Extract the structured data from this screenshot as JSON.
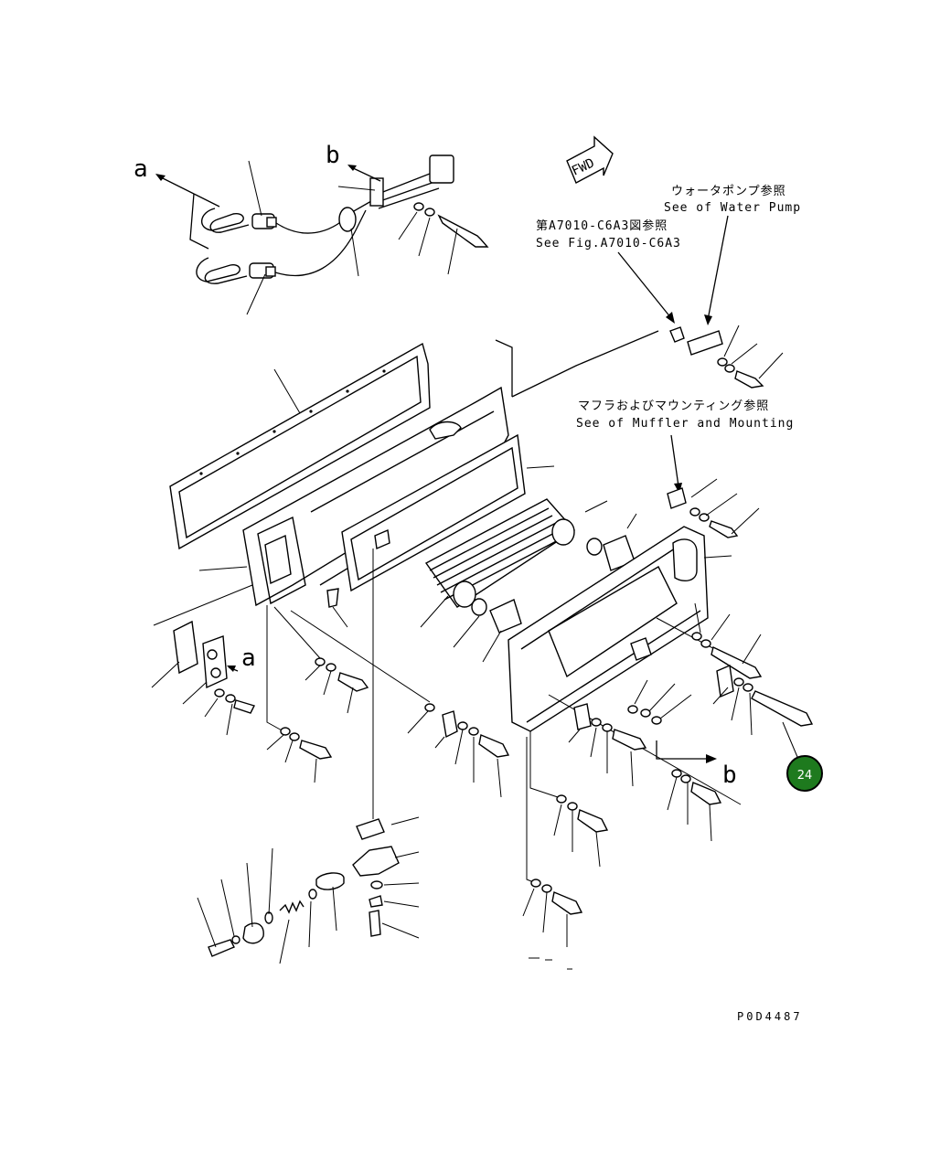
{
  "diagram": {
    "drawing_code": "P0D4487",
    "callout_marker": {
      "number": "24",
      "color": "#1e7a1e"
    },
    "references": {
      "water_pump_jp": "ウォータポンプ参照",
      "water_pump_en": "See of Water Pump",
      "fig_jp": "第A7010-C6A3図参照",
      "fig_en": "See Fig.A7010-C6A3",
      "muffler_jp": "マフラおよびマウンティング参照",
      "muffler_en": "See of Muffler and Mounting"
    },
    "view_letters": {
      "a_top": "a",
      "b_top": "b",
      "a_mid": "a",
      "b_right": "b"
    },
    "fwd_label": "FWD"
  }
}
